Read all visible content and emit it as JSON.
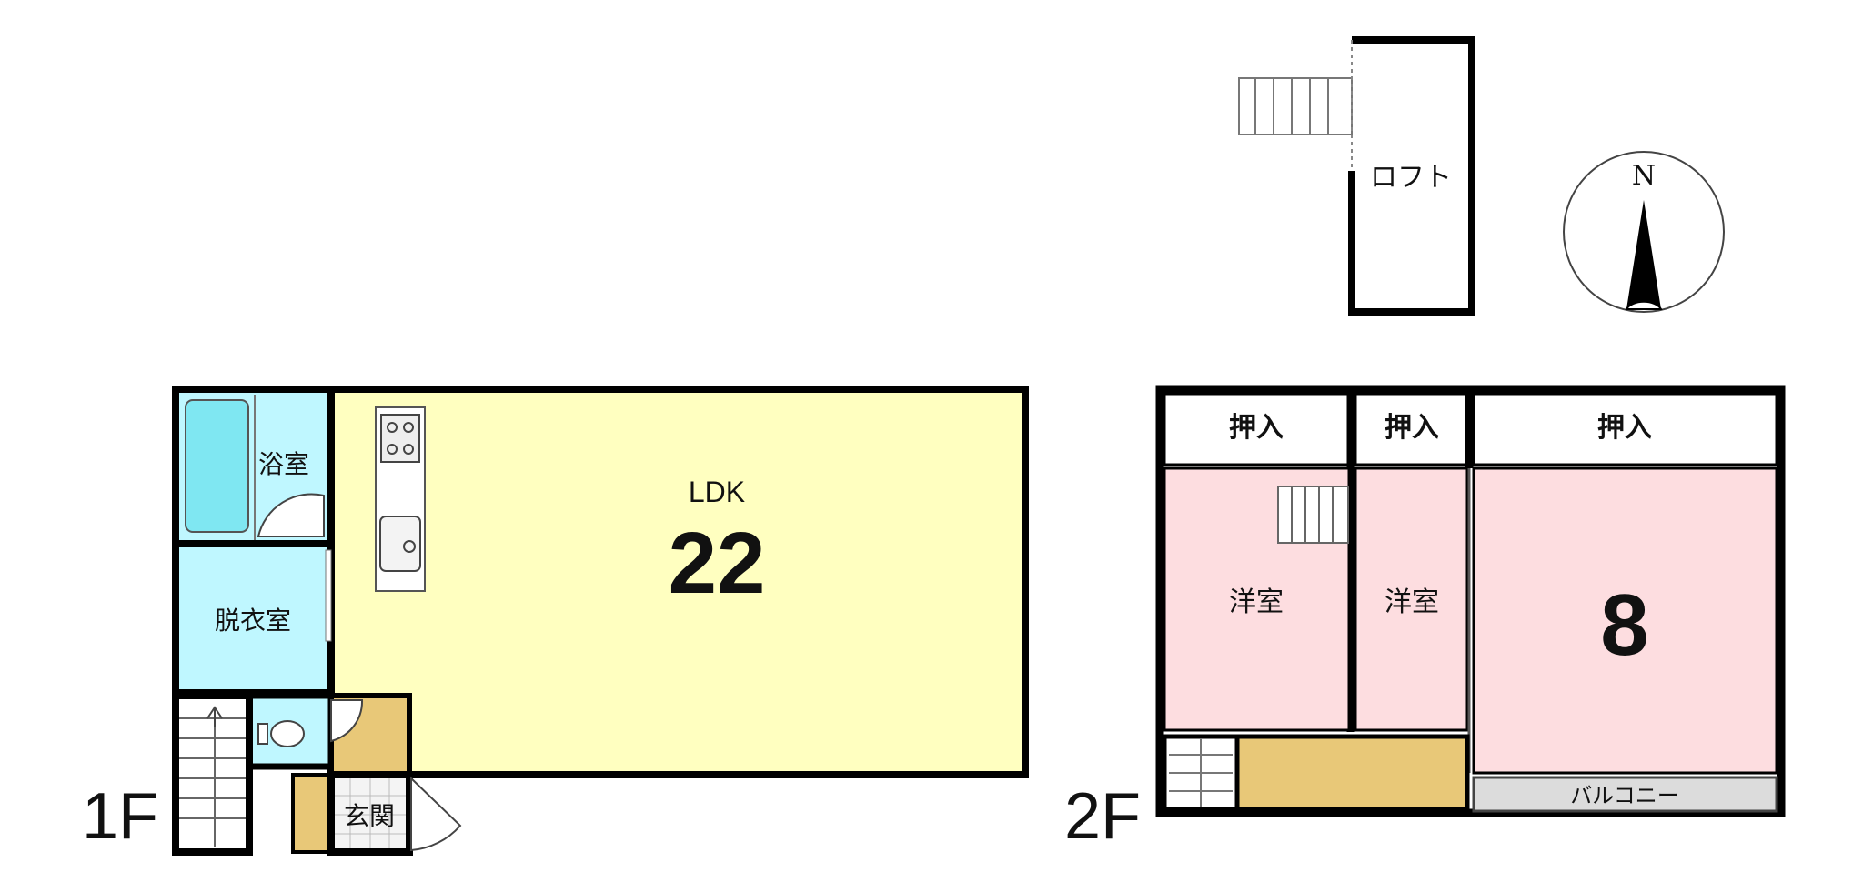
{
  "floor_labels": {
    "first": "1F",
    "second": "2F"
  },
  "first_floor": {
    "ldk_label": "LDK",
    "ldk_size": "22",
    "bath": "浴室",
    "dressing": "脱衣室",
    "entrance": "玄関"
  },
  "second_floor": {
    "closet_left": "押入",
    "closet_middle": "押入",
    "closet_right": "押入",
    "western_left": "洋室",
    "western_middle": "洋室",
    "room_size": "8",
    "balcony": "バルコニー"
  },
  "loft": {
    "label": "ロフト"
  },
  "compass": {
    "north": "N"
  },
  "colors": {
    "ldk": "#FFFFC0",
    "wet_area": "#BFF7FF",
    "tub": "#7FE7F2",
    "western_room": "#FDDDE0",
    "corridor": "#E8C878",
    "balcony": "#DCDCDC",
    "wall": "#000000"
  }
}
